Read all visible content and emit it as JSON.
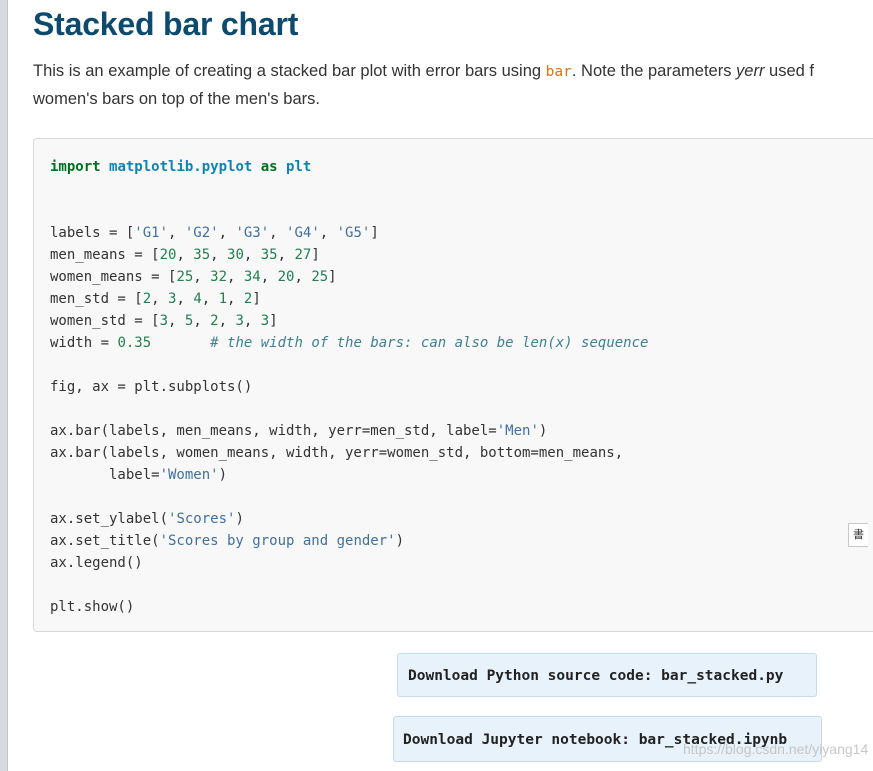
{
  "page": {
    "title": "Stacked bar chart",
    "intro": {
      "part1": "This is an example of creating a stacked bar plot with error bars using ",
      "code": "bar",
      "part2": ". Note the parameters ",
      "em": "yerr",
      "part3": " used f",
      "line2": "women's bars on top of the men's bars."
    }
  },
  "code": {
    "import_kw": "import",
    "import_mod": "matplotlib.pyplot",
    "as_kw": "as",
    "alias": "plt",
    "labels_pre": "labels = [",
    "labels_1": "'G1'",
    "labels_2": "'G2'",
    "labels_3": "'G3'",
    "labels_4": "'G4'",
    "labels_5": "'G5'",
    "men_means_pre": "men_means = [",
    "men_means_1": "20",
    "men_means_2": "35",
    "men_means_3": "30",
    "men_means_4": "35",
    "men_means_5": "27",
    "women_means_pre": "women_means = [",
    "women_means_1": "25",
    "women_means_2": "32",
    "women_means_3": "34",
    "women_means_4": "20",
    "women_means_5": "25",
    "men_std_pre": "men_std = [",
    "men_std_1": "2",
    "men_std_2": "3",
    "men_std_3": "4",
    "men_std_4": "1",
    "men_std_5": "2",
    "women_std_pre": "women_std = [",
    "women_std_1": "3",
    "women_std_2": "5",
    "women_std_3": "2",
    "women_std_4": "3",
    "women_std_5": "3",
    "width_pre": "width = ",
    "width_val": "0.35",
    "width_comment": "# the width of the bars: can also be len(x) sequence",
    "subplots": "fig, ax = plt.subplots()",
    "bar1_pre": "ax.bar(labels, men_means, width, yerr=men_std, label=",
    "bar1_str": "'Men'",
    "bar2": "ax.bar(labels, women_means, width, yerr=women_std, bottom=men_means,",
    "bar2b_pre": "       label=",
    "bar2b_str": "'Women'",
    "ylabel_pre": "ax.set_ylabel(",
    "ylabel_str": "'Scores'",
    "title_pre": "ax.set_title(",
    "title_str": "'Scores by group and gender'",
    "legend": "ax.legend()",
    "show": "plt.show()"
  },
  "downloads": {
    "python": "Download Python source code: bar_stacked.py",
    "notebook": "Download Jupyter notebook: bar_stacked.ipynb"
  },
  "side_tab": "書",
  "watermark": "https://blog.csdn.net/yiyang14"
}
